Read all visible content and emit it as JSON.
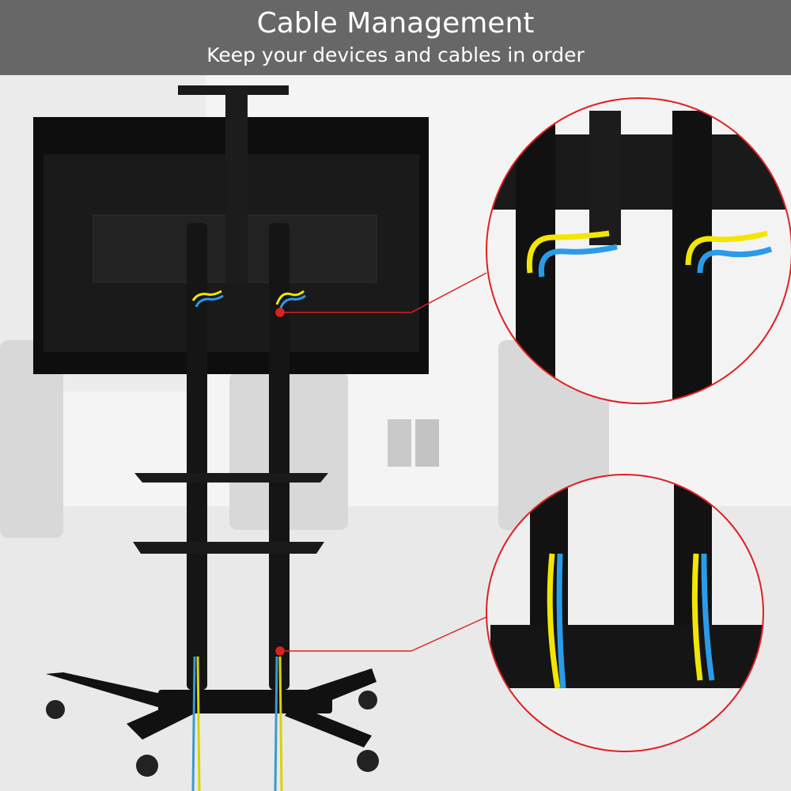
{
  "banner": {
    "title": "Cable Management",
    "subtitle": "Keep your devices and cables in order"
  },
  "colors": {
    "banner": "#676767",
    "callout": "#e02020",
    "cable_yellow": "#f2e600",
    "cable_blue": "#2a9be8",
    "stand": "#151515"
  },
  "scene": {
    "product": "tv-stand-with-cable-management",
    "callouts": [
      "top-cable-entry-closeup",
      "base-cable-exit-closeup"
    ]
  }
}
